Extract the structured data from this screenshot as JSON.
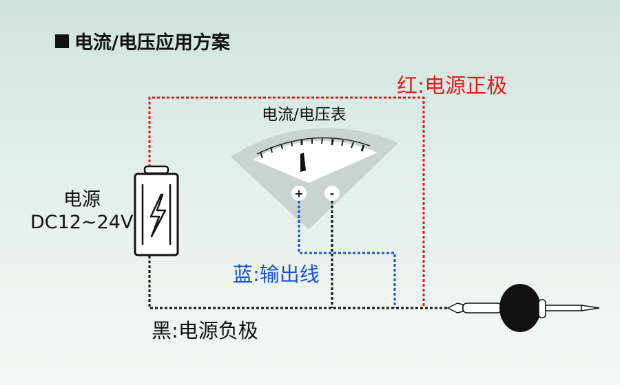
{
  "heading": "电流/电压应用方案",
  "meter_label": "电流/电压表",
  "source_label": "电源",
  "source_spec": "DC12~24V",
  "red_wire_label": "红:电源正极",
  "blue_wire_label": "蓝:输出线",
  "black_wire_label": "黑:电源负极",
  "meter_plus": "+",
  "meter_minus": "-",
  "colors": {
    "red_wire": "#e31b1b",
    "blue_wire": "#1a4fd6",
    "black_wire": "#111111",
    "meter_body": "#c9d3d0"
  }
}
